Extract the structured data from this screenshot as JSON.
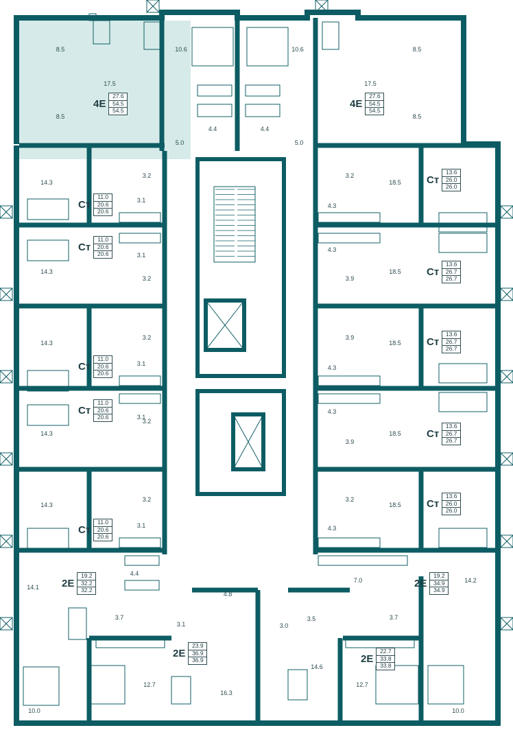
{
  "colors": {
    "wall": "#0d5c63",
    "highlight": "#d6ebe9",
    "line": "#2c4a4f",
    "fixture": "#0d5c63"
  },
  "units": [
    {
      "code": "4E",
      "areas": [
        "27.6",
        "54.5",
        "54.5"
      ],
      "highlight": true
    },
    {
      "code": "4E",
      "areas": [
        "27.6",
        "54.5",
        "54.5"
      ],
      "highlight": false
    },
    {
      "code": "Ст",
      "areas": [
        "11.0",
        "20.6",
        "20.6"
      ]
    },
    {
      "code": "Ст",
      "areas": [
        "11.0",
        "20.6",
        "20.6"
      ]
    },
    {
      "code": "Ст",
      "areas": [
        "11.0",
        "20.6",
        "20.6"
      ]
    },
    {
      "code": "Ст",
      "areas": [
        "11.0",
        "20.6",
        "20.6"
      ]
    },
    {
      "code": "Ст",
      "areas": [
        "11.0",
        "20.6",
        "20.6"
      ]
    },
    {
      "code": "Ст",
      "areas": [
        "13.6",
        "26.0",
        "26.0"
      ]
    },
    {
      "code": "Ст",
      "areas": [
        "13.6",
        "26.7",
        "26.7"
      ]
    },
    {
      "code": "Ст",
      "areas": [
        "13.6",
        "26.7",
        "26.7"
      ]
    },
    {
      "code": "Ст",
      "areas": [
        "13.6",
        "26.7",
        "26.7"
      ]
    },
    {
      "code": "Ст",
      "areas": [
        "13.6",
        "26.0",
        "26.0"
      ]
    },
    {
      "code": "2E",
      "areas": [
        "19.2",
        "32.2",
        "32.2"
      ]
    },
    {
      "code": "2E",
      "areas": [
        "23.9",
        "36.9",
        "36.9"
      ]
    },
    {
      "code": "2E",
      "areas": [
        "22.7",
        "33.8",
        "33.8"
      ]
    },
    {
      "code": "2E",
      "areas": [
        "19.2",
        "34.9",
        "34.9"
      ]
    }
  ],
  "room_areas": [
    "8.5",
    "17.5",
    "8.5",
    "10.6",
    "5.0",
    "4.4",
    "4.4",
    "5.0",
    "10.6",
    "17.5",
    "8.5",
    "8.5",
    "14.3",
    "3.2",
    "3.1",
    "3.2",
    "3.1",
    "14.3",
    "14.3",
    "3.2",
    "3.1",
    "3.2",
    "3.1",
    "14.3",
    "14.3",
    "3.2",
    "3.1",
    "18.5",
    "3.2",
    "4.3",
    "4.3",
    "3.9",
    "18.5",
    "3.9",
    "4.3",
    "18.5",
    "4.3",
    "3.9",
    "18.5",
    "3.2",
    "4.3",
    "18.5",
    "14.1",
    "4.4",
    "3.7",
    "3.1",
    "4.8",
    "7.0",
    "14.2",
    "3.5",
    "3.7",
    "3.0",
    "12.7",
    "16.3",
    "14.6",
    "12.7",
    "10.0",
    "10.0"
  ]
}
